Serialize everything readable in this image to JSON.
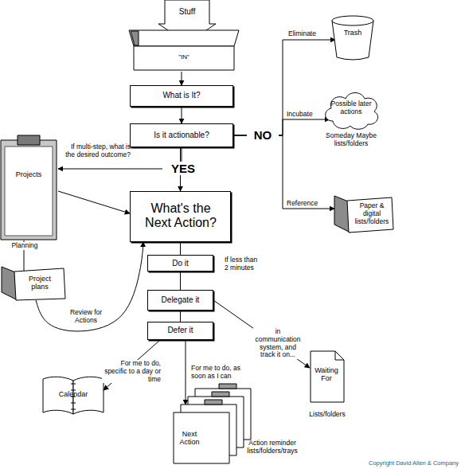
{
  "diagram": {
    "nodes": [
      {
        "text": [
          "Stuff"
        ]
      },
      {
        "text": [
          "\"IN\""
        ]
      },
      {
        "text": [
          "What is It?"
        ]
      },
      {
        "text": [
          "Is it actionable?"
        ]
      },
      {
        "text": [
          "Trash"
        ]
      },
      {
        "text": [
          "Possible later actions",
          "Someday Maybe lists/folders"
        ]
      },
      {
        "text": [
          "Paper & digital lists/folders"
        ]
      },
      {
        "text": [
          "Projects"
        ]
      },
      {
        "text": [
          "What's the Next Action?"
        ]
      },
      {
        "text": [
          "Project plans"
        ]
      },
      {
        "text": [
          "Do it"
        ]
      },
      {
        "text": [
          "Delegate it"
        ]
      },
      {
        "text": [
          "Defer it"
        ]
      },
      {
        "text": [
          "Waiting For",
          "Lists/folders"
        ]
      },
      {
        "text": [
          "Calendar"
        ]
      },
      {
        "text": [
          "Next Action",
          "Action reminder lists/folders/trays"
        ]
      }
    ],
    "edges": [
      {
        "from": 1,
        "to": 2,
        "arrow": "to"
      },
      {
        "from": 2,
        "to": 3,
        "arrow": "to"
      },
      {
        "from": 3,
        "to": 8,
        "arrow": "to"
      },
      {
        "from": 3,
        "to": 7,
        "label": "If multi-step, what is the desired outcome?",
        "arrow": "to"
      },
      {
        "from": 3,
        "to": 4,
        "label": "Eliminate",
        "arrow": "to"
      },
      {
        "from": 3,
        "to": 5,
        "label": "Incubate",
        "arrow": "to"
      },
      {
        "from": 3,
        "to": 6,
        "label": "Reference",
        "arrow": "to"
      },
      {
        "from": 7,
        "to": 8,
        "arrow": "to"
      },
      {
        "from": 7,
        "to": 9,
        "label": "Planning",
        "arrow": "none"
      },
      {
        "from": 9,
        "to": 8,
        "label": "Review for Actions",
        "arrow": "to"
      },
      {
        "from": 8,
        "to": 10,
        "arrow": "none"
      },
      {
        "from": 10,
        "to": 11,
        "arrow": "none"
      },
      {
        "from": 11,
        "to": 12,
        "arrow": "none"
      },
      {
        "from": 11,
        "to": 13,
        "label": "in communication system, and track it on...",
        "arrow": "to"
      },
      {
        "from": 12,
        "to": 14,
        "label": "For me to do, specific to a day or time",
        "arrow": "to"
      },
      {
        "from": 12,
        "to": 15,
        "label": "For me to do, as soon as I can",
        "arrow": "to"
      }
    ],
    "labels": [
      "NO",
      "YES",
      "If less than 2 minutes",
      "Copyright David Allen & Company"
    ]
  }
}
